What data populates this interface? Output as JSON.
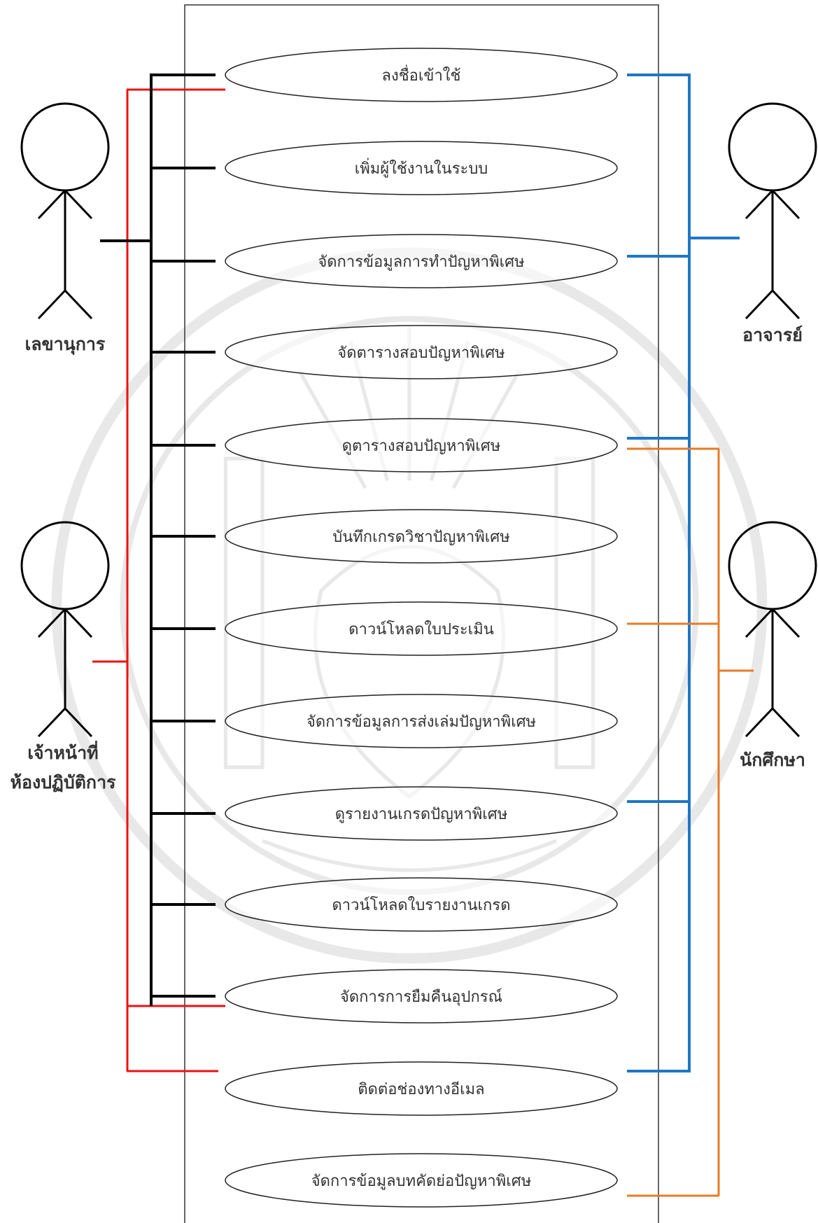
{
  "colors": {
    "secretary": "#000000",
    "lab_staff": "#ee1111",
    "teacher": "#1f77c4",
    "student": "#e87b26",
    "stroke": "#222222"
  },
  "actors": {
    "secretary": "เลขานุการ",
    "lab_staff_line1": "เจ้าหน้าที่",
    "lab_staff_line2": "ห้องปฏิบัติการ",
    "teacher": "อาจารย์",
    "student": "นักศึกษา"
  },
  "use_cases": [
    "ลงชื่อเข้าใช้",
    "เพิ่มผู้ใช้งานในระบบ",
    "จัดการข้อมูลการทำปัญหาพิเศษ",
    "จัดตารางสอบปัญหาพิเศษ",
    "ดูตารางสอบปัญหาพิเศษ",
    "บันทึกเกรดวิชาปัญหาพิเศษ",
    "ดาวน์โหลดใบประเมิน",
    "จัดการข้อมูลการส่งเล่มปัญหาพิเศษ",
    "ดูรายงานเกรดปัญหาพิเศษ",
    "ดาวน์โหลดใบรายงานเกรด",
    "จัดการการยืมคืนอุปกรณ์",
    "ติดต่อช่องทางอีเมล",
    "จัดการข้อมูลบทคัดย่อปัญหาพิเศษ"
  ]
}
